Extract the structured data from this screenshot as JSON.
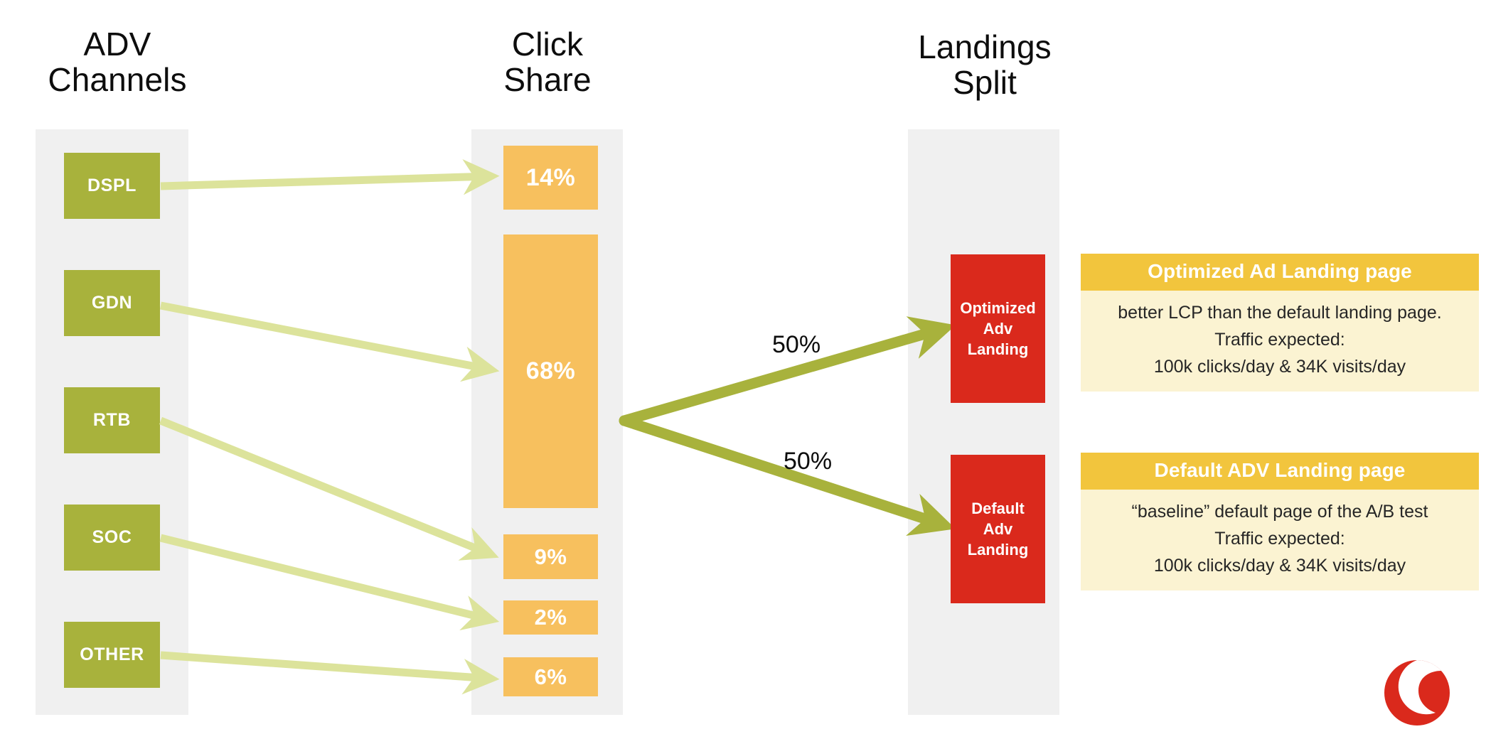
{
  "columns": {
    "adv": {
      "title": "ADV\nChannels"
    },
    "click": {
      "title": "Click\nShare"
    },
    "landings": {
      "title": "Landings\nSplit"
    }
  },
  "adv_channels": [
    {
      "label": "DSPL"
    },
    {
      "label": "GDN"
    },
    {
      "label": "RTB"
    },
    {
      "label": "SOC"
    },
    {
      "label": "OTHER"
    }
  ],
  "click_share": [
    {
      "label": "14%",
      "value": 14
    },
    {
      "label": "68%",
      "value": 68
    },
    {
      "label": "9%",
      "value": 9
    },
    {
      "label": "2%",
      "value": 2
    },
    {
      "label": "6%",
      "value": 6
    }
  ],
  "split": {
    "top_label": "50%",
    "bottom_label": "50%"
  },
  "landings": [
    {
      "label": "Optimized\nAdv\nLanding"
    },
    {
      "label": "Default\nAdv\nLanding"
    }
  ],
  "info_cards": [
    {
      "title": "Optimized Ad Landing page",
      "body": "better LCP than the default landing page.\nTraffic expected:\n100k clicks/day  & 34K visits/day"
    },
    {
      "title": "Default ADV Landing page",
      "body": "“baseline” default page of the A/B test\nTraffic expected:\n100k clicks/day  & 34K visits/day"
    }
  ],
  "logo": {
    "name": "vodafone-logo"
  },
  "colors": {
    "channel_green": "#a8b23c",
    "arrow_light_green": "#dce39b",
    "arrow_green": "#a8b23c",
    "share_orange": "#f7c05e",
    "landing_red": "#da291c",
    "card_header_yellow": "#f2c53d",
    "card_body_cream": "#fbf3d2",
    "band_grey": "#f0f0f0",
    "logo_red": "#da291c"
  },
  "chart_data": {
    "type": "diagram",
    "title": "ADV Channels → Click Share → Landings Split",
    "stages": [
      "ADV Channels",
      "Click Share",
      "Landings Split"
    ],
    "categories": [
      "DSPL",
      "GDN",
      "RTB",
      "SOC",
      "OTHER"
    ],
    "values": [
      14,
      68,
      9,
      2,
      6
    ],
    "value_labels": [
      "14%",
      "68%",
      "9%",
      "2%",
      "6%"
    ],
    "ylabel": "Click Share (%)",
    "links": [
      {
        "from": "DSPL",
        "to": "14%"
      },
      {
        "from": "GDN",
        "to": "68%"
      },
      {
        "from": "RTB",
        "to": "9%"
      },
      {
        "from": "SOC",
        "to": "2%"
      },
      {
        "from": "OTHER",
        "to": "6%"
      }
    ],
    "split": {
      "targets": [
        "Optimized Adv Landing",
        "Default Adv Landing"
      ],
      "values": [
        50,
        50
      ],
      "labels": [
        "50%",
        "50%"
      ]
    }
  }
}
